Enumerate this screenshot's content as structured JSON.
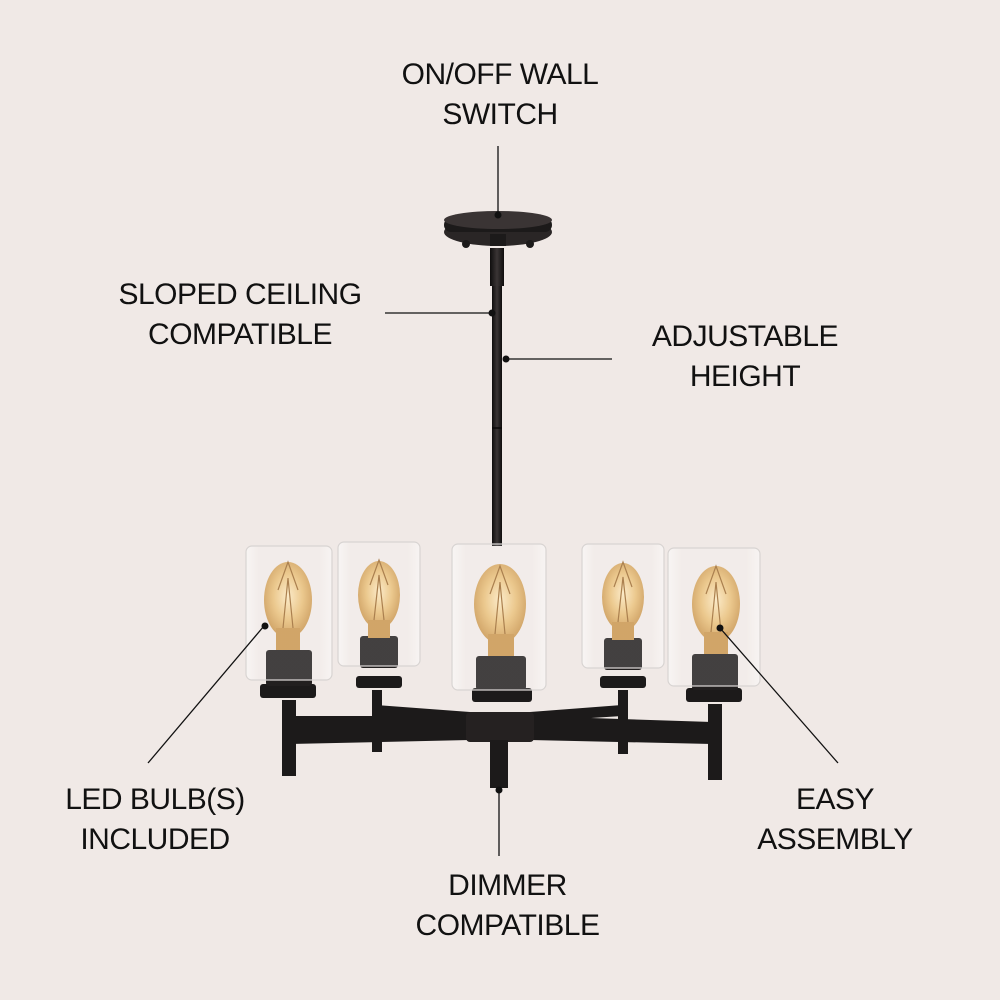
{
  "background_color": "#f0e9e6",
  "fixture_color": "#1c1a1a",
  "bulb_color": "#e0b36c",
  "callouts": {
    "switch": {
      "line1": "ON/OFF WALL",
      "line2": "SWITCH"
    },
    "sloped": {
      "line1": "SLOPED CEILING",
      "line2": "COMPATIBLE"
    },
    "adjust": {
      "line1": "ADJUSTABLE",
      "line2": "HEIGHT"
    },
    "led": {
      "line1": "LED BULB(S)",
      "line2": "INCLUDED"
    },
    "easy": {
      "line1": "EASY",
      "line2": "ASSEMBLY"
    },
    "dimmer": {
      "line1": "DIMMER",
      "line2": "COMPATIBLE"
    }
  },
  "product": {
    "name_icon": "five-light-chandelier-illustration",
    "bulb_count": 5
  }
}
